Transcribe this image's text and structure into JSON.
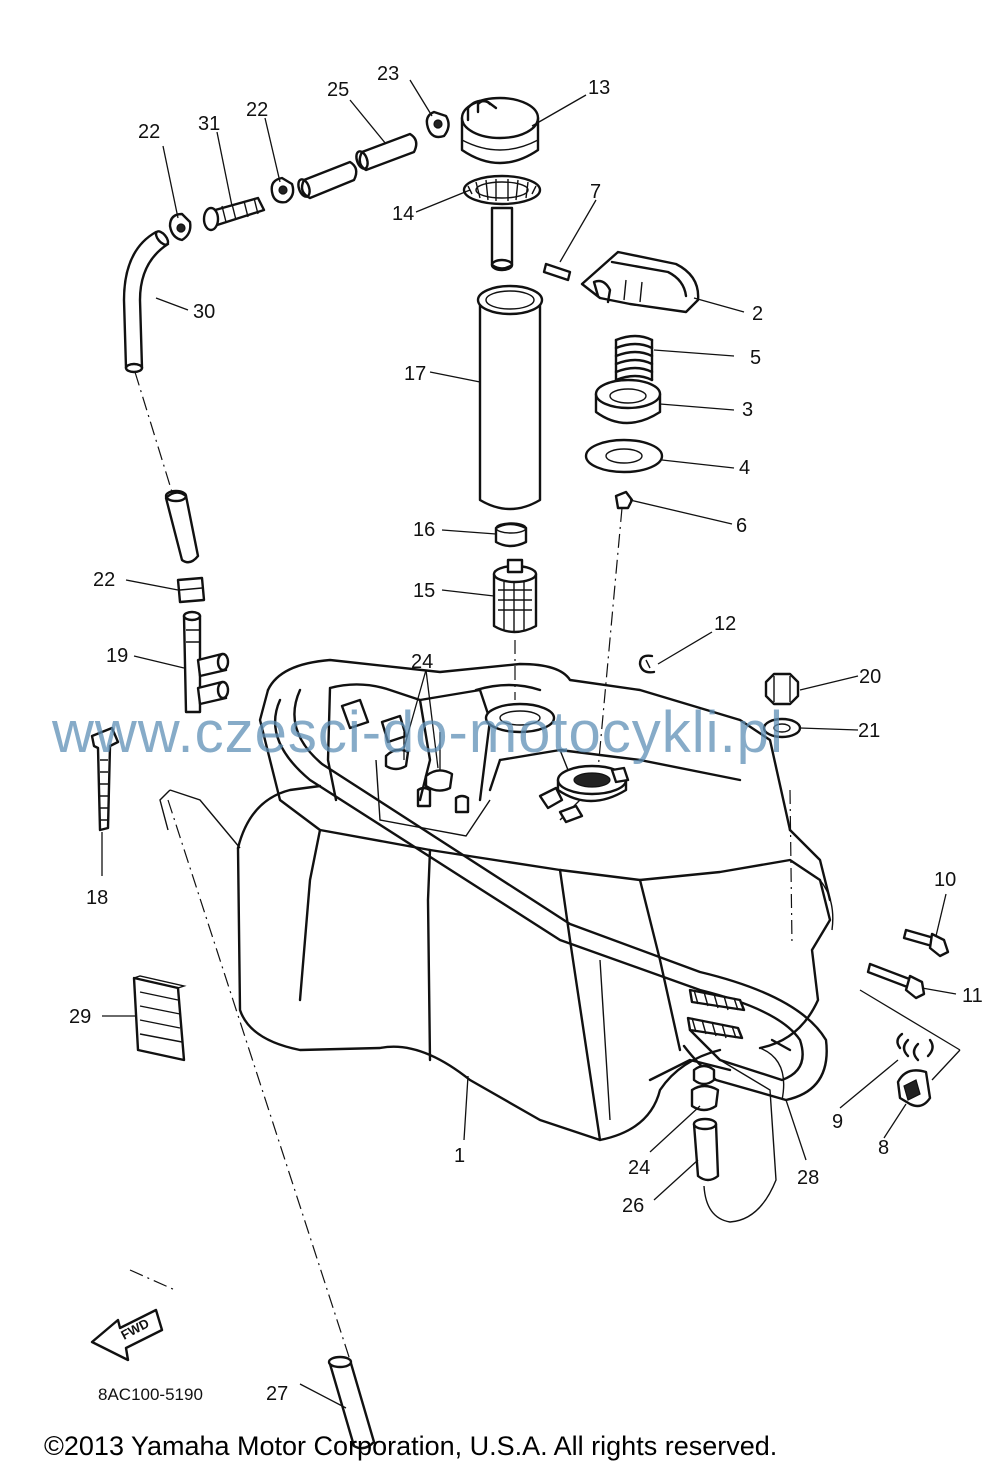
{
  "diagram": {
    "drawing_code": "8AC100-5190",
    "copyright": "©2013 Yamaha Motor Corporation, U.S.A. All rights reserved.",
    "watermark": "www.czesci-do-motocykli.pl",
    "fwd_label": "FWD"
  },
  "callouts": [
    {
      "id": "13",
      "label": "13"
    },
    {
      "id": "23",
      "label": "23"
    },
    {
      "id": "25",
      "label": "25"
    },
    {
      "id": "22a",
      "label": "22"
    },
    {
      "id": "31",
      "label": "31"
    },
    {
      "id": "22b",
      "label": "22"
    },
    {
      "id": "14",
      "label": "14"
    },
    {
      "id": "7",
      "label": "7"
    },
    {
      "id": "2",
      "label": "2"
    },
    {
      "id": "30",
      "label": "30"
    },
    {
      "id": "5",
      "label": "5"
    },
    {
      "id": "17",
      "label": "17"
    },
    {
      "id": "3",
      "label": "3"
    },
    {
      "id": "4",
      "label": "4"
    },
    {
      "id": "6",
      "label": "6"
    },
    {
      "id": "16",
      "label": "16"
    },
    {
      "id": "22c",
      "label": "22"
    },
    {
      "id": "15",
      "label": "15"
    },
    {
      "id": "12",
      "label": "12"
    },
    {
      "id": "24a",
      "label": "24"
    },
    {
      "id": "19",
      "label": "19"
    },
    {
      "id": "20",
      "label": "20"
    },
    {
      "id": "21",
      "label": "21"
    },
    {
      "id": "10",
      "label": "10"
    },
    {
      "id": "18",
      "label": "18"
    },
    {
      "id": "11",
      "label": "11"
    },
    {
      "id": "29",
      "label": "29"
    },
    {
      "id": "9",
      "label": "9"
    },
    {
      "id": "8",
      "label": "8"
    },
    {
      "id": "1",
      "label": "1"
    },
    {
      "id": "24b",
      "label": "24"
    },
    {
      "id": "28",
      "label": "28"
    },
    {
      "id": "26",
      "label": "26"
    },
    {
      "id": "27",
      "label": "27"
    }
  ]
}
